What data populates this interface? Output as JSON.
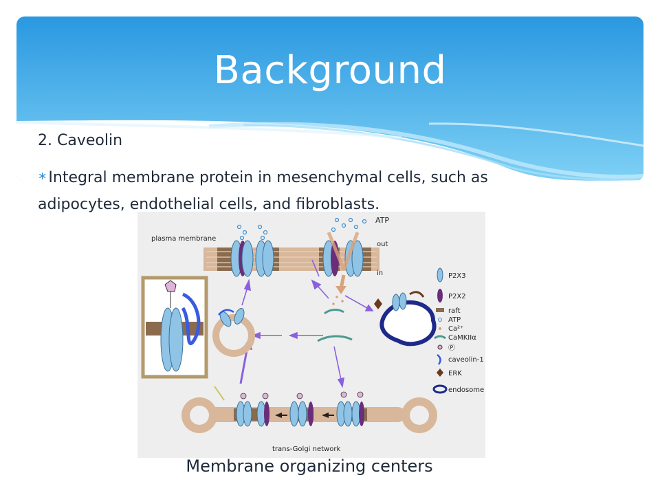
{
  "slide": {
    "title": "Background",
    "subheading": "2. Caveolin",
    "bullet": "Integral membrane protein in mesenchymal cells, such as adipocytes, endothelial cells, and fibroblasts.",
    "bullet_symbol": "∗",
    "caption": "Membrane organizing centers"
  },
  "diagram": {
    "labels": {
      "plasma_membrane": "plasma membrane",
      "atp": "ATP",
      "out": "out",
      "in": "in",
      "tgn": "trans-Golgi network"
    },
    "legend": [
      {
        "icon": "p2x3-icon",
        "label": "P2X3"
      },
      {
        "icon": "p2x2-icon",
        "label": "P2X2"
      },
      {
        "icon": "raft-icon",
        "label": "raft"
      },
      {
        "icon": "atp-icon",
        "label": "ATP"
      },
      {
        "icon": "ca-icon",
        "label": "Ca²⁺"
      },
      {
        "icon": "camkii-icon",
        "label": "CaMKIIα"
      },
      {
        "icon": "phospho-icon",
        "label": "Ⓟ"
      },
      {
        "icon": "caveolin-icon",
        "label": "caveolin-1"
      },
      {
        "icon": "erk-icon",
        "label": "ERK"
      },
      {
        "icon": "endosome-icon",
        "label": "endosome"
      }
    ],
    "colors": {
      "banner_top": "#2a98e0",
      "banner_bottom": "#7cd0f5",
      "membrane": "#d8b79a",
      "raft": "#8a6b4e",
      "p2x3": "#8fc4e6",
      "p2x2": "#6a2d7a",
      "arrow": "#8a5fe0",
      "endosome": "#1e2a8a"
    }
  }
}
